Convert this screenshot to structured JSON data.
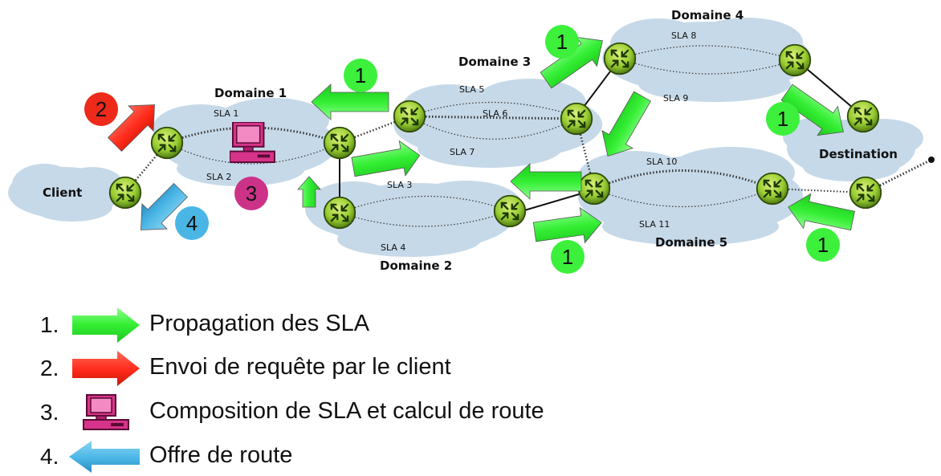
{
  "colors": {
    "cloud": "#c6d9e8",
    "router": "#9acd32",
    "propagation_arrow": "#3cf03c",
    "request_arrow": "#ff2a1a",
    "offer_arrow": "#4ab6e6",
    "computer": "#d6348a",
    "badge_green": "#3cf03c",
    "badge_red": "#ee2a1a",
    "badge_magenta": "#cc3388",
    "badge_blue": "#4ab6e6"
  },
  "domains": {
    "client": "Client",
    "d1": "Domaine 1",
    "d2": "Domaine 2",
    "d3": "Domaine 3",
    "d4": "Domaine 4",
    "d5": "Domaine 5",
    "destination": "Destination"
  },
  "sla": {
    "s1": "SLA 1",
    "s2": "SLA 2",
    "s3": "SLA 3",
    "s4": "SLA 4",
    "s5": "SLA 5",
    "s6": "SLA 6",
    "s7": "SLA 7",
    "s8": "SLA 8",
    "s9": "SLA 9",
    "s10": "SLA 10",
    "s11": "SLA 11"
  },
  "badges": {
    "one": "1",
    "two": "2",
    "three": "3",
    "four": "4"
  },
  "legend": [
    {
      "num": "1.",
      "icon": "green-arrow-icon",
      "text": "Propagation des SLA"
    },
    {
      "num": "2.",
      "icon": "red-arrow-icon",
      "text": "Envoi de requête par le client"
    },
    {
      "num": "3.",
      "icon": "computer-icon",
      "text": "Composition de SLA et calcul de route"
    },
    {
      "num": "4.",
      "icon": "blue-arrow-icon",
      "text": "Offre de route"
    }
  ]
}
